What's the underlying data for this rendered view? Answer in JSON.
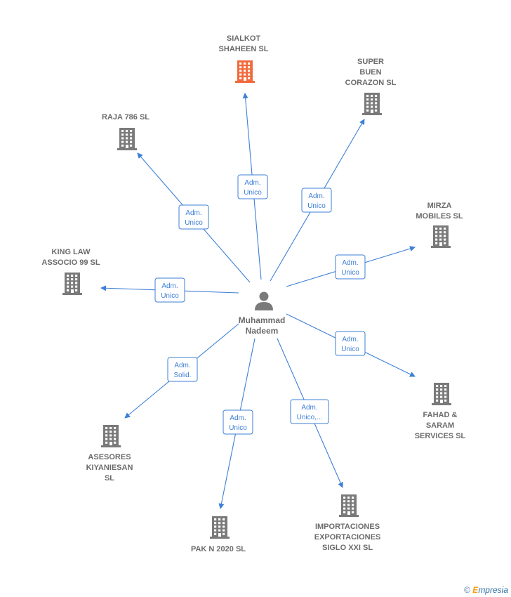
{
  "colors": {
    "edge": "#3d7fd6",
    "building": "#7a7a7a",
    "building_highlight": "#f26a3c",
    "person": "#7a7a7a",
    "label": "#6b6b6b"
  },
  "center": {
    "name_lines": [
      "Muhammad",
      "Nadeem"
    ],
    "icon": "person-icon"
  },
  "companies": [
    {
      "id": "sialkot",
      "lines": [
        "SIALKOT",
        "SHAHEEN  SL"
      ],
      "highlight": true,
      "role": [
        "Adm.",
        "Unico"
      ]
    },
    {
      "id": "super-buen",
      "lines": [
        "SUPER",
        "BUEN",
        "CORAZON SL"
      ],
      "highlight": false,
      "role": [
        "Adm.",
        "Unico"
      ]
    },
    {
      "id": "raja",
      "lines": [
        "RAJA 786  SL"
      ],
      "highlight": false,
      "role": [
        "Adm.",
        "Unico"
      ]
    },
    {
      "id": "mirza",
      "lines": [
        "MIRZA",
        "MOBILES  SL"
      ],
      "highlight": false,
      "role": [
        "Adm.",
        "Unico"
      ]
    },
    {
      "id": "king-law",
      "lines": [
        "KING LAW",
        "ASSOCIO 99 SL"
      ],
      "highlight": false,
      "role": [
        "Adm.",
        "Unico"
      ]
    },
    {
      "id": "fahad",
      "lines": [
        "FAHAD &",
        "SARAM",
        "SERVICES  SL"
      ],
      "highlight": false,
      "role": [
        "Adm.",
        "Unico"
      ]
    },
    {
      "id": "asesores",
      "lines": [
        "ASESORES",
        "KIYANIESAN",
        "SL"
      ],
      "highlight": false,
      "role": [
        "Adm.",
        "Solid."
      ]
    },
    {
      "id": "pak",
      "lines": [
        "PAK N 2020  SL"
      ],
      "highlight": false,
      "role": [
        "Adm.",
        "Unico"
      ]
    },
    {
      "id": "importaciones",
      "lines": [
        "IMPORTACIONES",
        "EXPORTACIONES",
        "SIGLO XXI  SL"
      ],
      "highlight": false,
      "role": [
        "Adm.",
        "Unico,..."
      ]
    }
  ],
  "footer": {
    "copyright_symbol": "©",
    "brand_first": "E",
    "brand_rest": "mpresia"
  },
  "icons": {
    "company": "building-icon",
    "person": "person-icon"
  }
}
